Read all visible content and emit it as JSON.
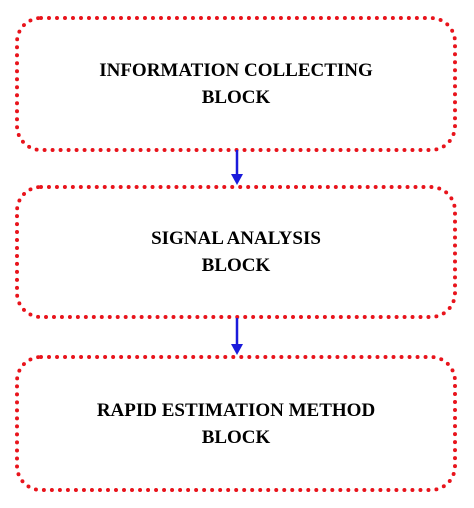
{
  "diagram": {
    "blocks": [
      {
        "label": "INFORMATION COLLECTING\nBLOCK"
      },
      {
        "label": "SIGNAL ANALYSIS\nBLOCK"
      },
      {
        "label": "RAPID ESTIMATION METHOD\nBLOCK"
      }
    ],
    "colors": {
      "block_border": "#e8141c",
      "arrow": "#1a1adb",
      "text": "#000000"
    }
  }
}
